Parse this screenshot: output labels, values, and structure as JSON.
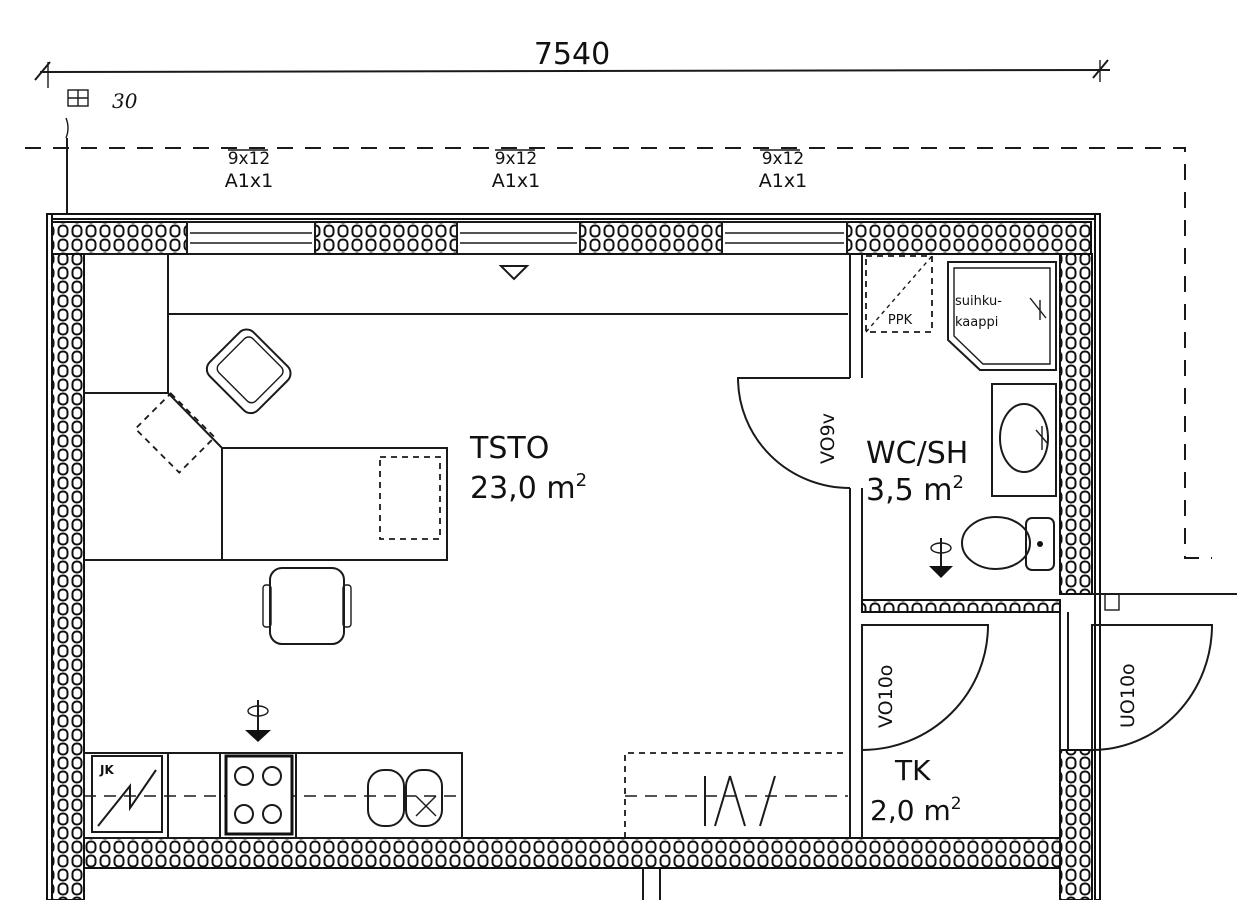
{
  "dimensions": {
    "overall_width": "7540",
    "note": "30"
  },
  "windows": [
    {
      "size": "9x12",
      "type": "A1x1"
    },
    {
      "size": "9x12",
      "type": "A1x1"
    },
    {
      "size": "9x12",
      "type": "A1x1"
    }
  ],
  "rooms": {
    "office": {
      "name": "TSTO",
      "area": "23,0",
      "unit": "m",
      "exp": "2"
    },
    "wc": {
      "name": "WC/SH",
      "area": "3,5",
      "unit": "m",
      "exp": "2"
    },
    "storage": {
      "name": "TK",
      "area": "2,0",
      "unit": "m",
      "exp": "2"
    }
  },
  "doors": {
    "wc": "VO9v",
    "inner": "VO10o",
    "outer": "UO10o"
  },
  "fixtures": {
    "ppk": "PPK",
    "shower_1": "suihku-",
    "shower_2": "kaappi",
    "jk": "JK"
  }
}
